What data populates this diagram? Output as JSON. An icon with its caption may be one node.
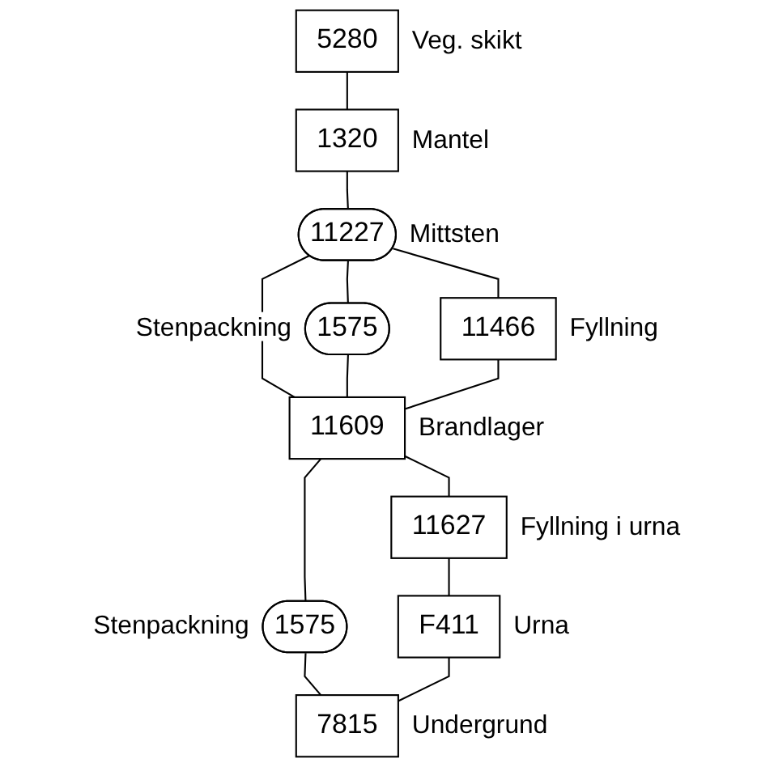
{
  "diagram": {
    "nodes": [
      {
        "text": [
          "5280"
        ],
        "beside": [
          "Veg. skikt"
        ]
      },
      {
        "text": [
          "1320"
        ],
        "beside": [
          "Mantel"
        ]
      },
      {
        "text": [
          "11227"
        ],
        "beside": [
          "Mittsten"
        ]
      },
      {
        "text": [
          "1575"
        ],
        "beside": [
          "Stenpackning"
        ]
      },
      {
        "text": [
          "11466"
        ],
        "beside": [
          "Fyllning"
        ]
      },
      {
        "text": [
          "11609"
        ],
        "beside": [
          "Brandlager"
        ]
      },
      {
        "text": [
          "1575"
        ],
        "beside": [
          "Stenpackning"
        ]
      },
      {
        "text": [
          "11627"
        ],
        "beside": [
          "Fyllning i urna"
        ]
      },
      {
        "text": [
          "F411"
        ],
        "beside": [
          "Urna"
        ]
      },
      {
        "text": [
          "7815"
        ],
        "beside": [
          "Undergrund"
        ]
      }
    ],
    "edges": [
      {
        "from": 0,
        "to": 1,
        "arrow": "none"
      },
      {
        "from": 1,
        "to": 2,
        "arrow": "none"
      },
      {
        "from": 2,
        "to": 3,
        "arrow": "none"
      },
      {
        "from": 2,
        "to": 5,
        "arrow": "none"
      },
      {
        "from": 2,
        "to": 4,
        "arrow": "none"
      },
      {
        "from": 3,
        "to": 5,
        "arrow": "none"
      },
      {
        "from": 4,
        "to": 5,
        "arrow": "none"
      },
      {
        "from": 5,
        "to": 6,
        "arrow": "none"
      },
      {
        "from": 5,
        "to": 7,
        "arrow": "none"
      },
      {
        "from": 7,
        "to": 8,
        "arrow": "none"
      },
      {
        "from": 6,
        "to": 9,
        "arrow": "none"
      },
      {
        "from": 8,
        "to": 9,
        "arrow": "none"
      }
    ]
  }
}
